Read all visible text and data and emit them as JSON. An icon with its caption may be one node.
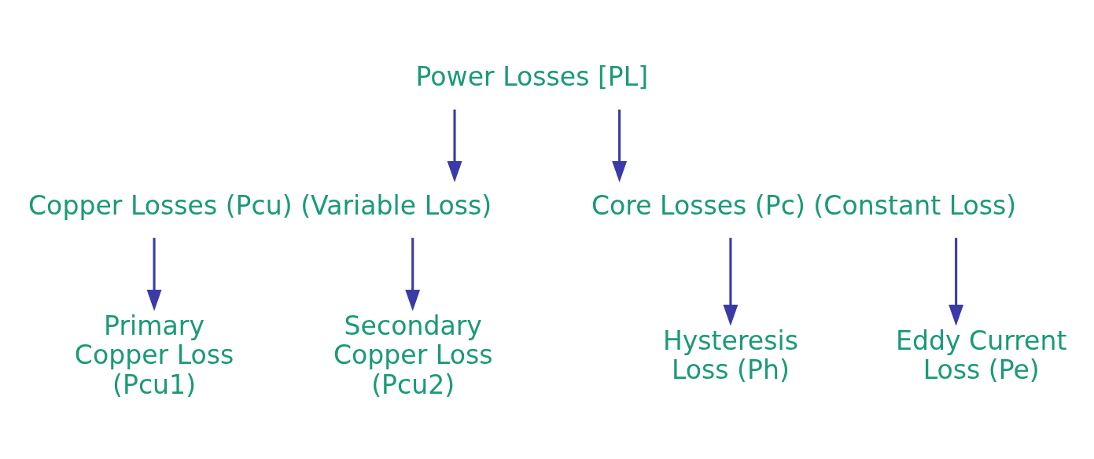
{
  "diagram": {
    "nodes": [
      {
        "text": [
          "Power Losses [PL]"
        ]
      },
      {
        "text": [
          "Copper Losses (Pcu) (Variable Loss)"
        ]
      },
      {
        "text": [
          "Core Losses (Pc) (Constant Loss)"
        ]
      },
      {
        "text": [
          "Primary Copper Loss (Pcu1)"
        ]
      },
      {
        "text": [
          "Secondary Copper Loss (Pcu2)"
        ]
      },
      {
        "text": [
          "Hysteresis Loss (Ph)"
        ]
      },
      {
        "text": [
          "Eddy Current Loss (Pe)"
        ]
      }
    ],
    "edges": [
      {
        "from": 0,
        "to": 1,
        "arrow": "to"
      },
      {
        "from": 0,
        "to": 2,
        "arrow": "to"
      },
      {
        "from": 1,
        "to": 3,
        "arrow": "to"
      },
      {
        "from": 1,
        "to": 4,
        "arrow": "to"
      },
      {
        "from": 2,
        "to": 5,
        "arrow": "to"
      },
      {
        "from": 2,
        "to": 6,
        "arrow": "to"
      }
    ]
  }
}
